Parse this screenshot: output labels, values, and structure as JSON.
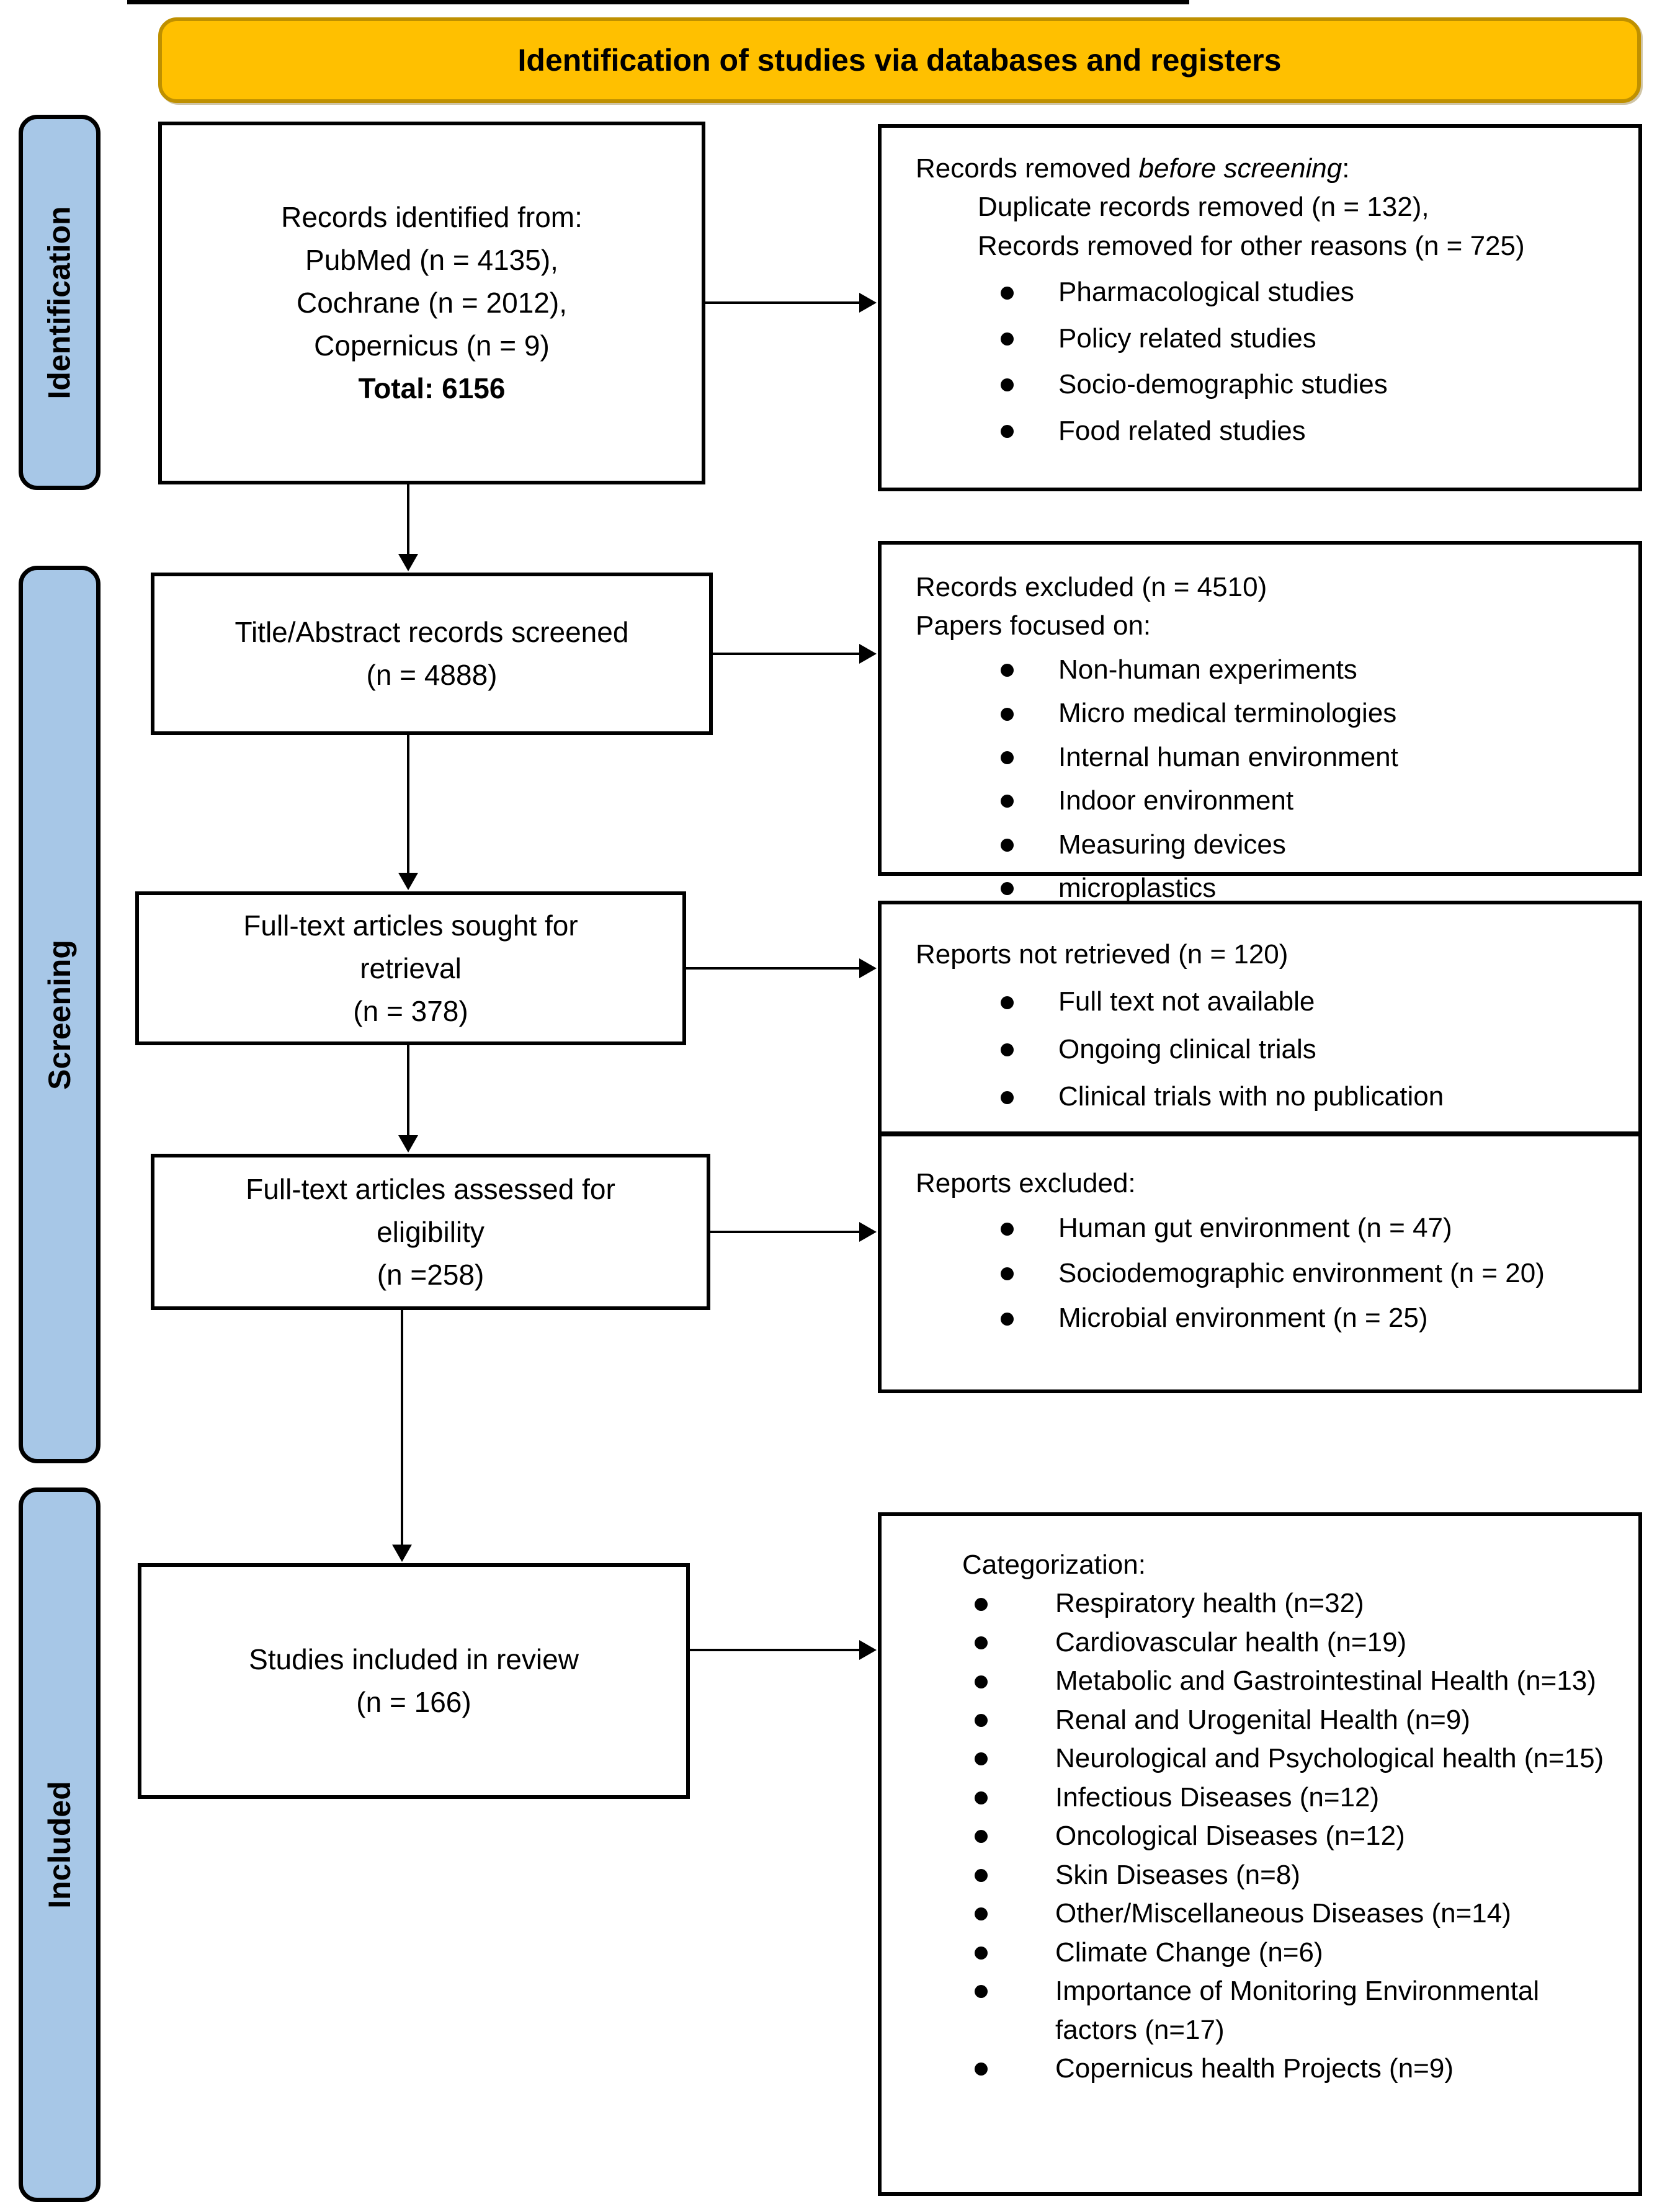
{
  "banner": {
    "title": "Identification of studies via databases and registers"
  },
  "colors": {
    "banner_fill": "#FFC000",
    "banner_border": "#BF9000",
    "sidebar_fill": "#A7C7E7",
    "line_color": "#000000"
  },
  "sidebar": {
    "identification": "Identification",
    "screening": "Screening",
    "included": "Included"
  },
  "boxes": {
    "records_identified": {
      "lines": [
        "Records identified from:",
        "PubMed (n = 4135),",
        "Cochrane (n = 2012),",
        "Copernicus (n = 9)"
      ],
      "total": "Total: 6156"
    },
    "records_removed": {
      "title_prefix": "Records removed ",
      "title_italic": "before screening",
      "title_suffix": ":",
      "sub_lines": [
        "Duplicate records removed (n = 132),",
        "Records removed for other reasons (n = 725)"
      ],
      "bullets": [
        "Pharmacological studies",
        "Policy related studies",
        "Socio-demographic studies",
        "Food related studies"
      ]
    },
    "title_abstract": {
      "lines": [
        "Title/Abstract records screened",
        "(n = 4888)"
      ]
    },
    "records_excluded": {
      "lines": [
        "Records excluded (n = 4510)",
        "Papers focused on:"
      ],
      "bullets": [
        "Non-human experiments",
        "Micro medical terminologies",
        "Internal human environment",
        "Indoor environment",
        "Measuring devices",
        "microplastics"
      ]
    },
    "fulltext_sought": {
      "lines": [
        "Full-text articles sought for",
        "retrieval",
        "(n = 378)"
      ]
    },
    "reports_not_retrieved": {
      "lines": [
        "Reports not retrieved (n = 120)"
      ],
      "bullets": [
        "Full text not available",
        "Ongoing clinical trials",
        "Clinical trials with no publication"
      ]
    },
    "fulltext_assessed": {
      "lines": [
        "Full-text articles assessed for",
        "eligibility",
        "(n =258)"
      ]
    },
    "reports_excluded": {
      "lines": [
        "Reports excluded:"
      ],
      "bullets": [
        "Human gut environment (n = 47)",
        "Sociodemographic environment (n = 20)",
        "Microbial environment (n = 25)"
      ]
    },
    "studies_included": {
      "lines": [
        "Studies included in review",
        "(n = 166)"
      ]
    },
    "categorization": {
      "lines": [
        "Categorization:"
      ],
      "bullets": [
        "Respiratory health (n=32)",
        "Cardiovascular health (n=19)",
        "Metabolic and Gastrointestinal Health (n=13)",
        "Renal and Urogenital Health (n=9)",
        "Neurological and Psychological health (n=15)",
        "Infectious Diseases (n=12)",
        "Oncological Diseases (n=12)",
        "Skin Diseases (n=8)",
        "Other/Miscellaneous Diseases (n=14)",
        "Climate Change (n=6)",
        "Importance of Monitoring Environmental factors (n=17)",
        "Copernicus health Projects (n=9)"
      ]
    }
  }
}
